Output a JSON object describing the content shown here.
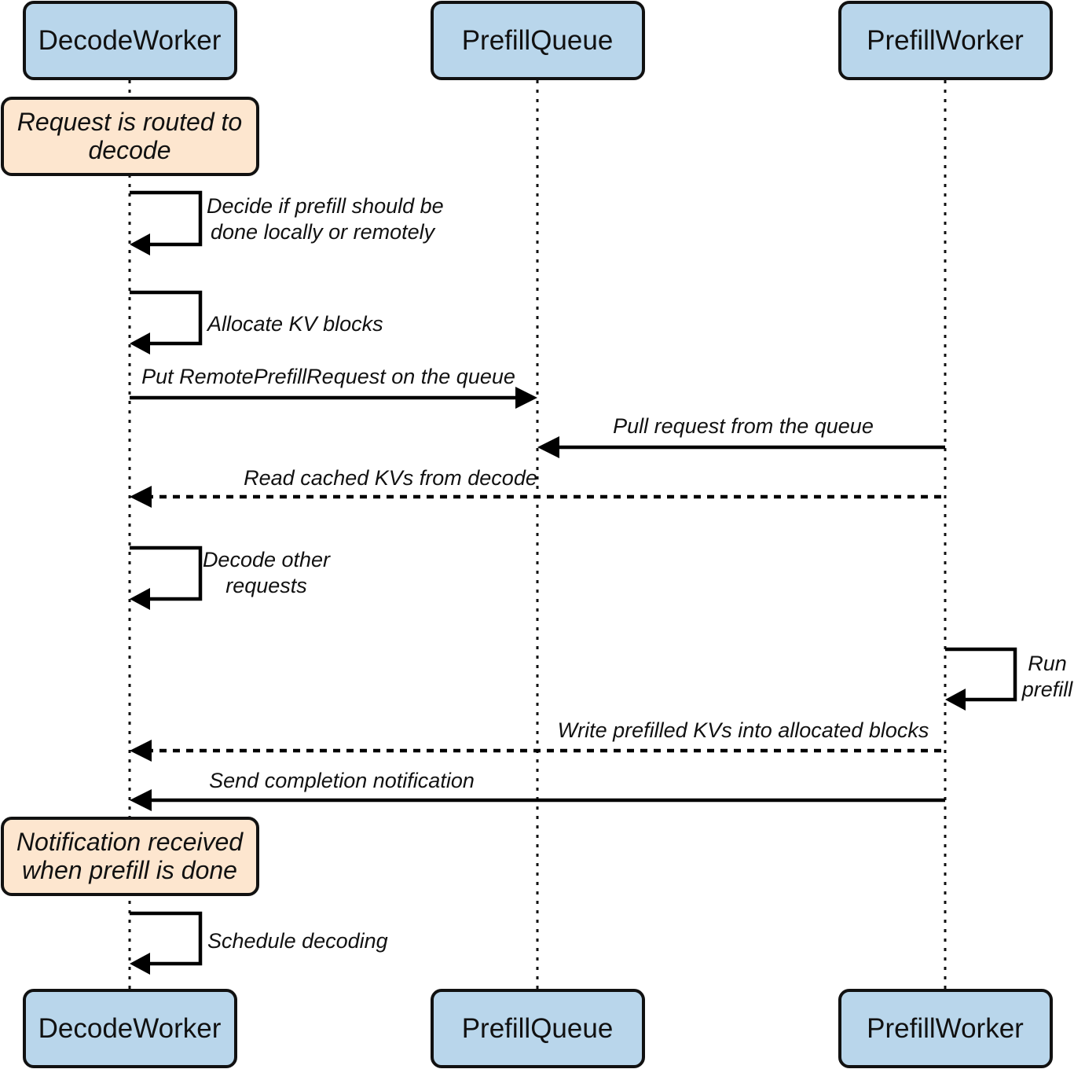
{
  "colors": {
    "actor_fill": "#b9d6eb",
    "note_fill": "#fde6cf",
    "stroke": "#111111"
  },
  "actors": [
    {
      "name": "DecodeWorker"
    },
    {
      "name": "PrefillQueue"
    },
    {
      "name": "PrefillWorker"
    }
  ],
  "notes": [
    {
      "text_lines": [
        "Request is routed to",
        "decode"
      ]
    },
    {
      "text_lines": [
        "Notification received",
        "when prefill is done"
      ]
    }
  ],
  "messages": [
    {
      "from": "DecodeWorker",
      "to": "DecodeWorker",
      "style": "solid",
      "label_lines": [
        "Decide if prefill should be",
        "done locally or remotely"
      ]
    },
    {
      "from": "DecodeWorker",
      "to": "DecodeWorker",
      "style": "solid",
      "label_lines": [
        "Allocate KV blocks"
      ]
    },
    {
      "from": "DecodeWorker",
      "to": "PrefillQueue",
      "style": "solid",
      "label_lines": [
        "Put RemotePrefillRequest on the queue"
      ]
    },
    {
      "from": "PrefillWorker",
      "to": "PrefillQueue",
      "style": "solid",
      "label_lines": [
        "Pull request from the queue"
      ]
    },
    {
      "from": "PrefillWorker",
      "to": "DecodeWorker",
      "style": "dashed",
      "label_lines": [
        "Read cached KVs from decode"
      ]
    },
    {
      "from": "DecodeWorker",
      "to": "DecodeWorker",
      "style": "solid",
      "label_lines": [
        "Decode other",
        "requests"
      ]
    },
    {
      "from": "PrefillWorker",
      "to": "PrefillWorker",
      "style": "solid",
      "label_lines": [
        "Run",
        "prefill"
      ]
    },
    {
      "from": "PrefillWorker",
      "to": "DecodeWorker",
      "style": "dashed",
      "label_lines": [
        "Write prefilled KVs into allocated blocks"
      ]
    },
    {
      "from": "PrefillWorker",
      "to": "DecodeWorker",
      "style": "solid",
      "label_lines": [
        "Send completion notification"
      ]
    },
    {
      "from": "DecodeWorker",
      "to": "DecodeWorker",
      "style": "solid",
      "label_lines": [
        "Schedule decoding"
      ]
    }
  ]
}
